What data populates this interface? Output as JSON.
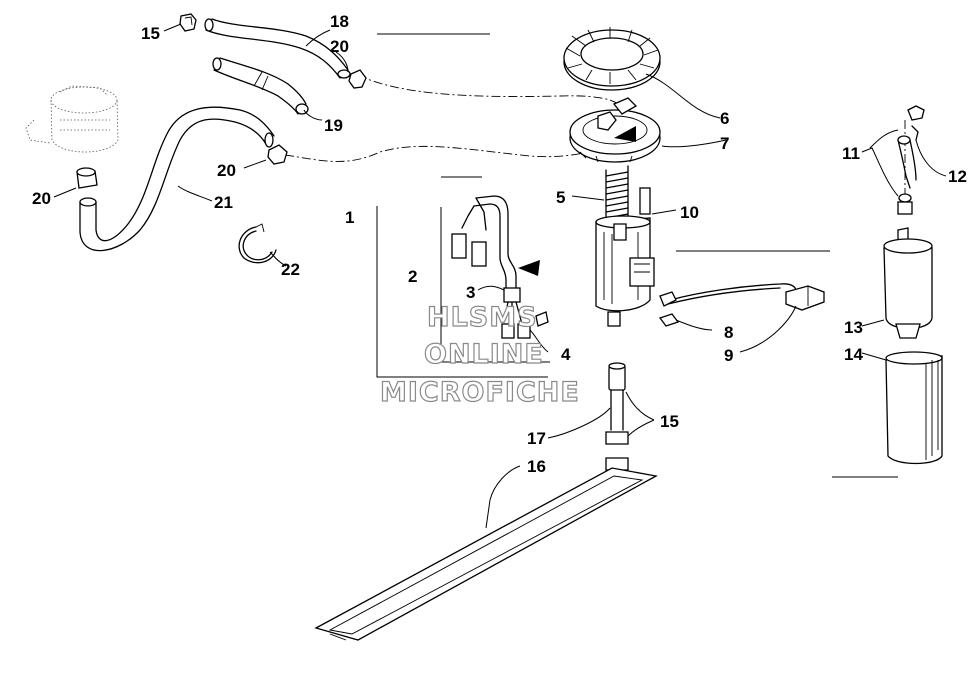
{
  "diagram": {
    "watermark": [
      "HLSMS",
      "ONLINE",
      "MICROFICHE"
    ],
    "callouts": [
      "15",
      "18",
      "20",
      "19",
      "6",
      "7",
      "5",
      "10",
      "11",
      "12",
      "20",
      "21",
      "20",
      "1",
      "2",
      "22",
      "3",
      "4",
      "8",
      "9",
      "13",
      "14",
      "17",
      "15",
      "16"
    ]
  }
}
